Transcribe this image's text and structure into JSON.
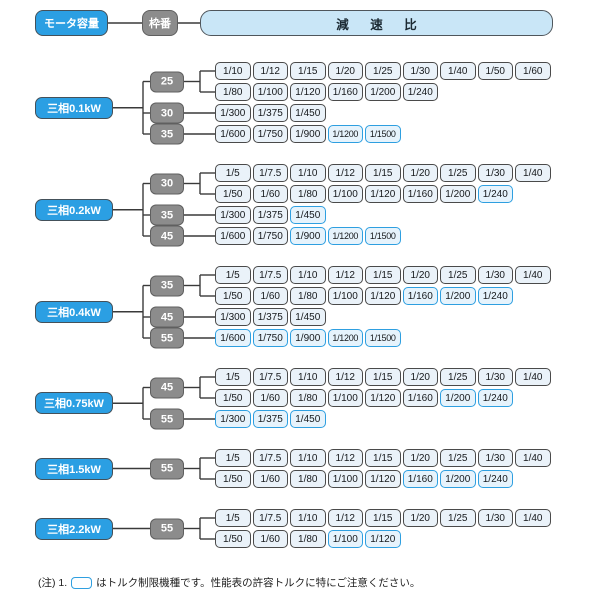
{
  "header": {
    "motor_capacity_label": "モータ容量",
    "frame_label": "枠番",
    "ratio_label": "減 速 比"
  },
  "colors": {
    "accent_blue": "#2b9fe3",
    "header_ratio_fill": "#c9e6f7",
    "frame_gray": "#8c8c8c",
    "ratio_fill": "#eaf2f9",
    "torque_limited_border": "#2e9fe0",
    "line_color": "#3a3a3a"
  },
  "sections": [
    {
      "capacity": "三相0.1kW",
      "frames": [
        {
          "frame": "25",
          "rows": [
            [
              {
                "ratio": "1/10",
                "torque_limited": false
              },
              {
                "ratio": "1/12",
                "torque_limited": false
              },
              {
                "ratio": "1/15",
                "torque_limited": false
              },
              {
                "ratio": "1/20",
                "torque_limited": false
              },
              {
                "ratio": "1/25",
                "torque_limited": false
              },
              {
                "ratio": "1/30",
                "torque_limited": false
              },
              {
                "ratio": "1/40",
                "torque_limited": false
              },
              {
                "ratio": "1/50",
                "torque_limited": false
              },
              {
                "ratio": "1/60",
                "torque_limited": false
              }
            ],
            [
              {
                "ratio": "1/80",
                "torque_limited": false
              },
              {
                "ratio": "1/100",
                "torque_limited": false
              },
              {
                "ratio": "1/120",
                "torque_limited": false
              },
              {
                "ratio": "1/160",
                "torque_limited": false
              },
              {
                "ratio": "1/200",
                "torque_limited": false
              },
              {
                "ratio": "1/240",
                "torque_limited": false
              }
            ]
          ]
        },
        {
          "frame": "30",
          "rows": [
            [
              {
                "ratio": "1/300",
                "torque_limited": false
              },
              {
                "ratio": "1/375",
                "torque_limited": false
              },
              {
                "ratio": "1/450",
                "torque_limited": false
              }
            ]
          ]
        },
        {
          "frame": "35",
          "rows": [
            [
              {
                "ratio": "1/600",
                "torque_limited": false
              },
              {
                "ratio": "1/750",
                "torque_limited": false
              },
              {
                "ratio": "1/900",
                "torque_limited": false
              },
              {
                "ratio": "1/1200",
                "torque_limited": true
              },
              {
                "ratio": "1/1500",
                "torque_limited": true
              }
            ]
          ]
        }
      ]
    },
    {
      "capacity": "三相0.2kW",
      "frames": [
        {
          "frame": "30",
          "rows": [
            [
              {
                "ratio": "1/5",
                "torque_limited": false
              },
              {
                "ratio": "1/7.5",
                "torque_limited": false
              },
              {
                "ratio": "1/10",
                "torque_limited": false
              },
              {
                "ratio": "1/12",
                "torque_limited": false
              },
              {
                "ratio": "1/15",
                "torque_limited": false
              },
              {
                "ratio": "1/20",
                "torque_limited": false
              },
              {
                "ratio": "1/25",
                "torque_limited": false
              },
              {
                "ratio": "1/30",
                "torque_limited": false
              },
              {
                "ratio": "1/40",
                "torque_limited": false
              }
            ],
            [
              {
                "ratio": "1/50",
                "torque_limited": false
              },
              {
                "ratio": "1/60",
                "torque_limited": false
              },
              {
                "ratio": "1/80",
                "torque_limited": false
              },
              {
                "ratio": "1/100",
                "torque_limited": false
              },
              {
                "ratio": "1/120",
                "torque_limited": false
              },
              {
                "ratio": "1/160",
                "torque_limited": false
              },
              {
                "ratio": "1/200",
                "torque_limited": false
              },
              {
                "ratio": "1/240",
                "torque_limited": true
              }
            ]
          ]
        },
        {
          "frame": "35",
          "rows": [
            [
              {
                "ratio": "1/300",
                "torque_limited": false
              },
              {
                "ratio": "1/375",
                "torque_limited": false
              },
              {
                "ratio": "1/450",
                "torque_limited": true
              }
            ]
          ]
        },
        {
          "frame": "45",
          "rows": [
            [
              {
                "ratio": "1/600",
                "torque_limited": false
              },
              {
                "ratio": "1/750",
                "torque_limited": false
              },
              {
                "ratio": "1/900",
                "torque_limited": true
              },
              {
                "ratio": "1/1200",
                "torque_limited": true
              },
              {
                "ratio": "1/1500",
                "torque_limited": true
              }
            ]
          ]
        }
      ]
    },
    {
      "capacity": "三相0.4kW",
      "frames": [
        {
          "frame": "35",
          "rows": [
            [
              {
                "ratio": "1/5",
                "torque_limited": false
              },
              {
                "ratio": "1/7.5",
                "torque_limited": false
              },
              {
                "ratio": "1/10",
                "torque_limited": false
              },
              {
                "ratio": "1/12",
                "torque_limited": false
              },
              {
                "ratio": "1/15",
                "torque_limited": false
              },
              {
                "ratio": "1/20",
                "torque_limited": false
              },
              {
                "ratio": "1/25",
                "torque_limited": false
              },
              {
                "ratio": "1/30",
                "torque_limited": false
              },
              {
                "ratio": "1/40",
                "torque_limited": false
              }
            ],
            [
              {
                "ratio": "1/50",
                "torque_limited": false
              },
              {
                "ratio": "1/60",
                "torque_limited": false
              },
              {
                "ratio": "1/80",
                "torque_limited": false
              },
              {
                "ratio": "1/100",
                "torque_limited": false
              },
              {
                "ratio": "1/120",
                "torque_limited": false
              },
              {
                "ratio": "1/160",
                "torque_limited": true
              },
              {
                "ratio": "1/200",
                "torque_limited": true
              },
              {
                "ratio": "1/240",
                "torque_limited": true
              }
            ]
          ]
        },
        {
          "frame": "45",
          "rows": [
            [
              {
                "ratio": "1/300",
                "torque_limited": false
              },
              {
                "ratio": "1/375",
                "torque_limited": false
              },
              {
                "ratio": "1/450",
                "torque_limited": false
              }
            ]
          ]
        },
        {
          "frame": "55",
          "rows": [
            [
              {
                "ratio": "1/600",
                "torque_limited": true
              },
              {
                "ratio": "1/750",
                "torque_limited": true
              },
              {
                "ratio": "1/900",
                "torque_limited": true
              },
              {
                "ratio": "1/1200",
                "torque_limited": true
              },
              {
                "ratio": "1/1500",
                "torque_limited": true
              }
            ]
          ]
        }
      ]
    },
    {
      "capacity": "三相0.75kW",
      "frames": [
        {
          "frame": "45",
          "rows": [
            [
              {
                "ratio": "1/5",
                "torque_limited": false
              },
              {
                "ratio": "1/7.5",
                "torque_limited": false
              },
              {
                "ratio": "1/10",
                "torque_limited": false
              },
              {
                "ratio": "1/12",
                "torque_limited": false
              },
              {
                "ratio": "1/15",
                "torque_limited": false
              },
              {
                "ratio": "1/20",
                "torque_limited": false
              },
              {
                "ratio": "1/25",
                "torque_limited": false
              },
              {
                "ratio": "1/30",
                "torque_limited": false
              },
              {
                "ratio": "1/40",
                "torque_limited": false
              }
            ],
            [
              {
                "ratio": "1/50",
                "torque_limited": false
              },
              {
                "ratio": "1/60",
                "torque_limited": false
              },
              {
                "ratio": "1/80",
                "torque_limited": false
              },
              {
                "ratio": "1/100",
                "torque_limited": false
              },
              {
                "ratio": "1/120",
                "torque_limited": false
              },
              {
                "ratio": "1/160",
                "torque_limited": false
              },
              {
                "ratio": "1/200",
                "torque_limited": true
              },
              {
                "ratio": "1/240",
                "torque_limited": true
              }
            ]
          ]
        },
        {
          "frame": "55",
          "rows": [
            [
              {
                "ratio": "1/300",
                "torque_limited": true
              },
              {
                "ratio": "1/375",
                "torque_limited": true
              },
              {
                "ratio": "1/450",
                "torque_limited": true
              }
            ]
          ]
        }
      ]
    },
    {
      "capacity": "三相1.5kW",
      "frames": [
        {
          "frame": "55",
          "rows": [
            [
              {
                "ratio": "1/5",
                "torque_limited": false
              },
              {
                "ratio": "1/7.5",
                "torque_limited": false
              },
              {
                "ratio": "1/10",
                "torque_limited": false
              },
              {
                "ratio": "1/12",
                "torque_limited": false
              },
              {
                "ratio": "1/15",
                "torque_limited": false
              },
              {
                "ratio": "1/20",
                "torque_limited": false
              },
              {
                "ratio": "1/25",
                "torque_limited": false
              },
              {
                "ratio": "1/30",
                "torque_limited": false
              },
              {
                "ratio": "1/40",
                "torque_limited": false
              }
            ],
            [
              {
                "ratio": "1/50",
                "torque_limited": false
              },
              {
                "ratio": "1/60",
                "torque_limited": false
              },
              {
                "ratio": "1/80",
                "torque_limited": false
              },
              {
                "ratio": "1/100",
                "torque_limited": false
              },
              {
                "ratio": "1/120",
                "torque_limited": false
              },
              {
                "ratio": "1/160",
                "torque_limited": true
              },
              {
                "ratio": "1/200",
                "torque_limited": true
              },
              {
                "ratio": "1/240",
                "torque_limited": true
              }
            ]
          ]
        }
      ]
    },
    {
      "capacity": "三相2.2kW",
      "frames": [
        {
          "frame": "55",
          "rows": [
            [
              {
                "ratio": "1/5",
                "torque_limited": false
              },
              {
                "ratio": "1/7.5",
                "torque_limited": false
              },
              {
                "ratio": "1/10",
                "torque_limited": false
              },
              {
                "ratio": "1/12",
                "torque_limited": false
              },
              {
                "ratio": "1/15",
                "torque_limited": false
              },
              {
                "ratio": "1/20",
                "torque_limited": false
              },
              {
                "ratio": "1/25",
                "torque_limited": false
              },
              {
                "ratio": "1/30",
                "torque_limited": false
              },
              {
                "ratio": "1/40",
                "torque_limited": false
              }
            ],
            [
              {
                "ratio": "1/50",
                "torque_limited": false
              },
              {
                "ratio": "1/60",
                "torque_limited": false
              },
              {
                "ratio": "1/80",
                "torque_limited": false
              },
              {
                "ratio": "1/100",
                "torque_limited": true
              },
              {
                "ratio": "1/120",
                "torque_limited": true
              }
            ]
          ]
        }
      ]
    }
  ],
  "note": {
    "prefix": "(注) 1.",
    "text": "はトルク制限機種です。性能表の許容トルクに特にご注意ください。"
  }
}
